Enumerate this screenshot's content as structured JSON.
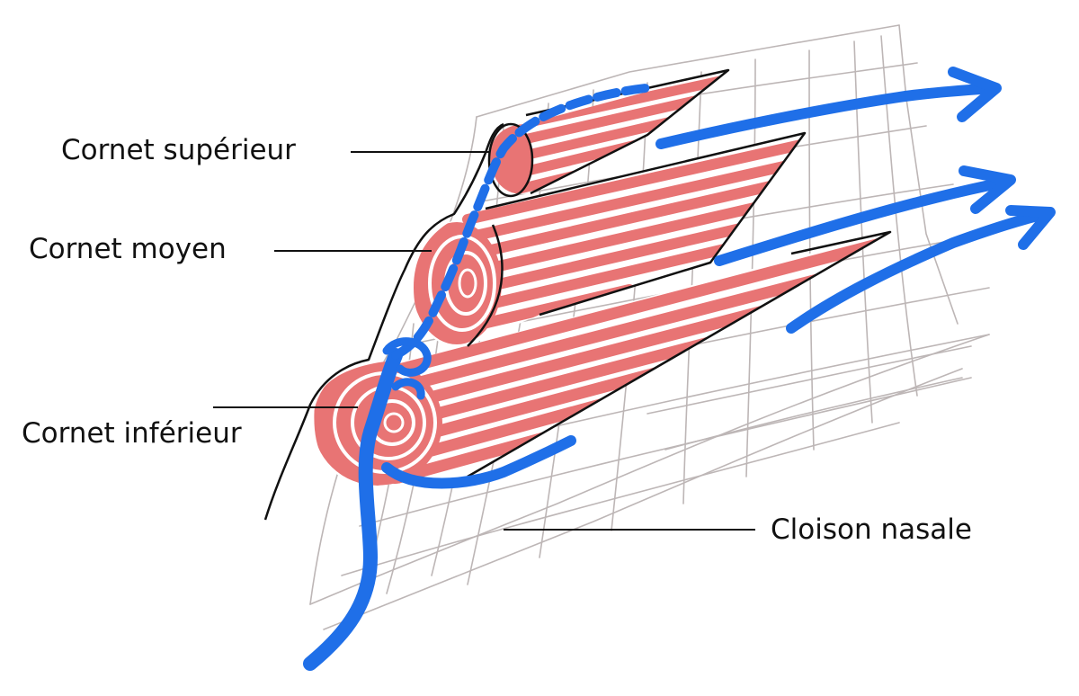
{
  "labels": {
    "cornet_superieur": "Cornet supérieur",
    "cornet_moyen": "Cornet moyen",
    "cornet_inferieur": "Cornet inférieur",
    "cloison_nasale": "Cloison nasale"
  },
  "colors": {
    "background": "#ffffff",
    "turbinate_tissue": "#e87474",
    "airflow": "#1f6fe8",
    "outline": "#111111",
    "mesh": "#bdb6b6"
  },
  "icons": {
    "airflow_arrows": "arrow-right-icon"
  }
}
